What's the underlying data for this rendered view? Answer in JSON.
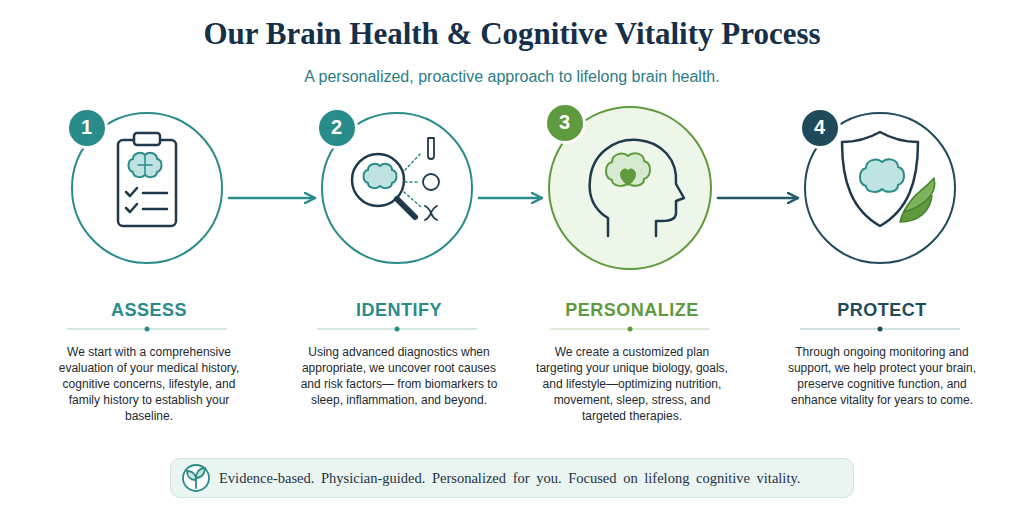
{
  "diagram": {
    "title": "Our Brain Health & Cognitive Vitality Process",
    "nodes": [
      {
        "text": [
          "ASSESS",
          "We start with a comprehensive evaluation of your medical history, cognitive concerns, lifestyle, and family history to establish your baseline."
        ]
      },
      {
        "text": [
          "1"
        ],
        "in": 0
      },
      {
        "text": [
          "IDENTIFY",
          "Using advanced diagnostics when appropriate, we uncover root causes and risk factors— from biomarkers to sleep, inflammation, and beyond."
        ]
      },
      {
        "text": [
          "2"
        ],
        "in": 2
      },
      {
        "text": [
          "PERSONALIZE",
          "We create a customized plan targeting your unique biology, goals, and lifestyle—optimizing nutrition, movement, sleep, stress, and targeted therapies."
        ]
      },
      {
        "text": [
          "3"
        ],
        "in": 4
      },
      {
        "text": [
          "PROTECT",
          "Through ongoing monitoring and support, we help protect your brain, preserve cognitive function, and enhance vitality for years to come."
        ]
      },
      {
        "text": [
          "4"
        ],
        "in": 6
      },
      {
        "text": [
          "Evidence-based. Physician-guided. Personalized for you. Focused on lifelong cognitive vitality."
        ]
      }
    ],
    "edges": [
      {
        "from": 0,
        "to": 2,
        "arrow": "to"
      },
      {
        "from": 2,
        "to": 4,
        "arrow": "to"
      },
      {
        "from": 4,
        "to": 6,
        "arrow": "to"
      }
    ],
    "labels": [
      "A personalized, proactive approach to lifelong brain health."
    ]
  }
}
